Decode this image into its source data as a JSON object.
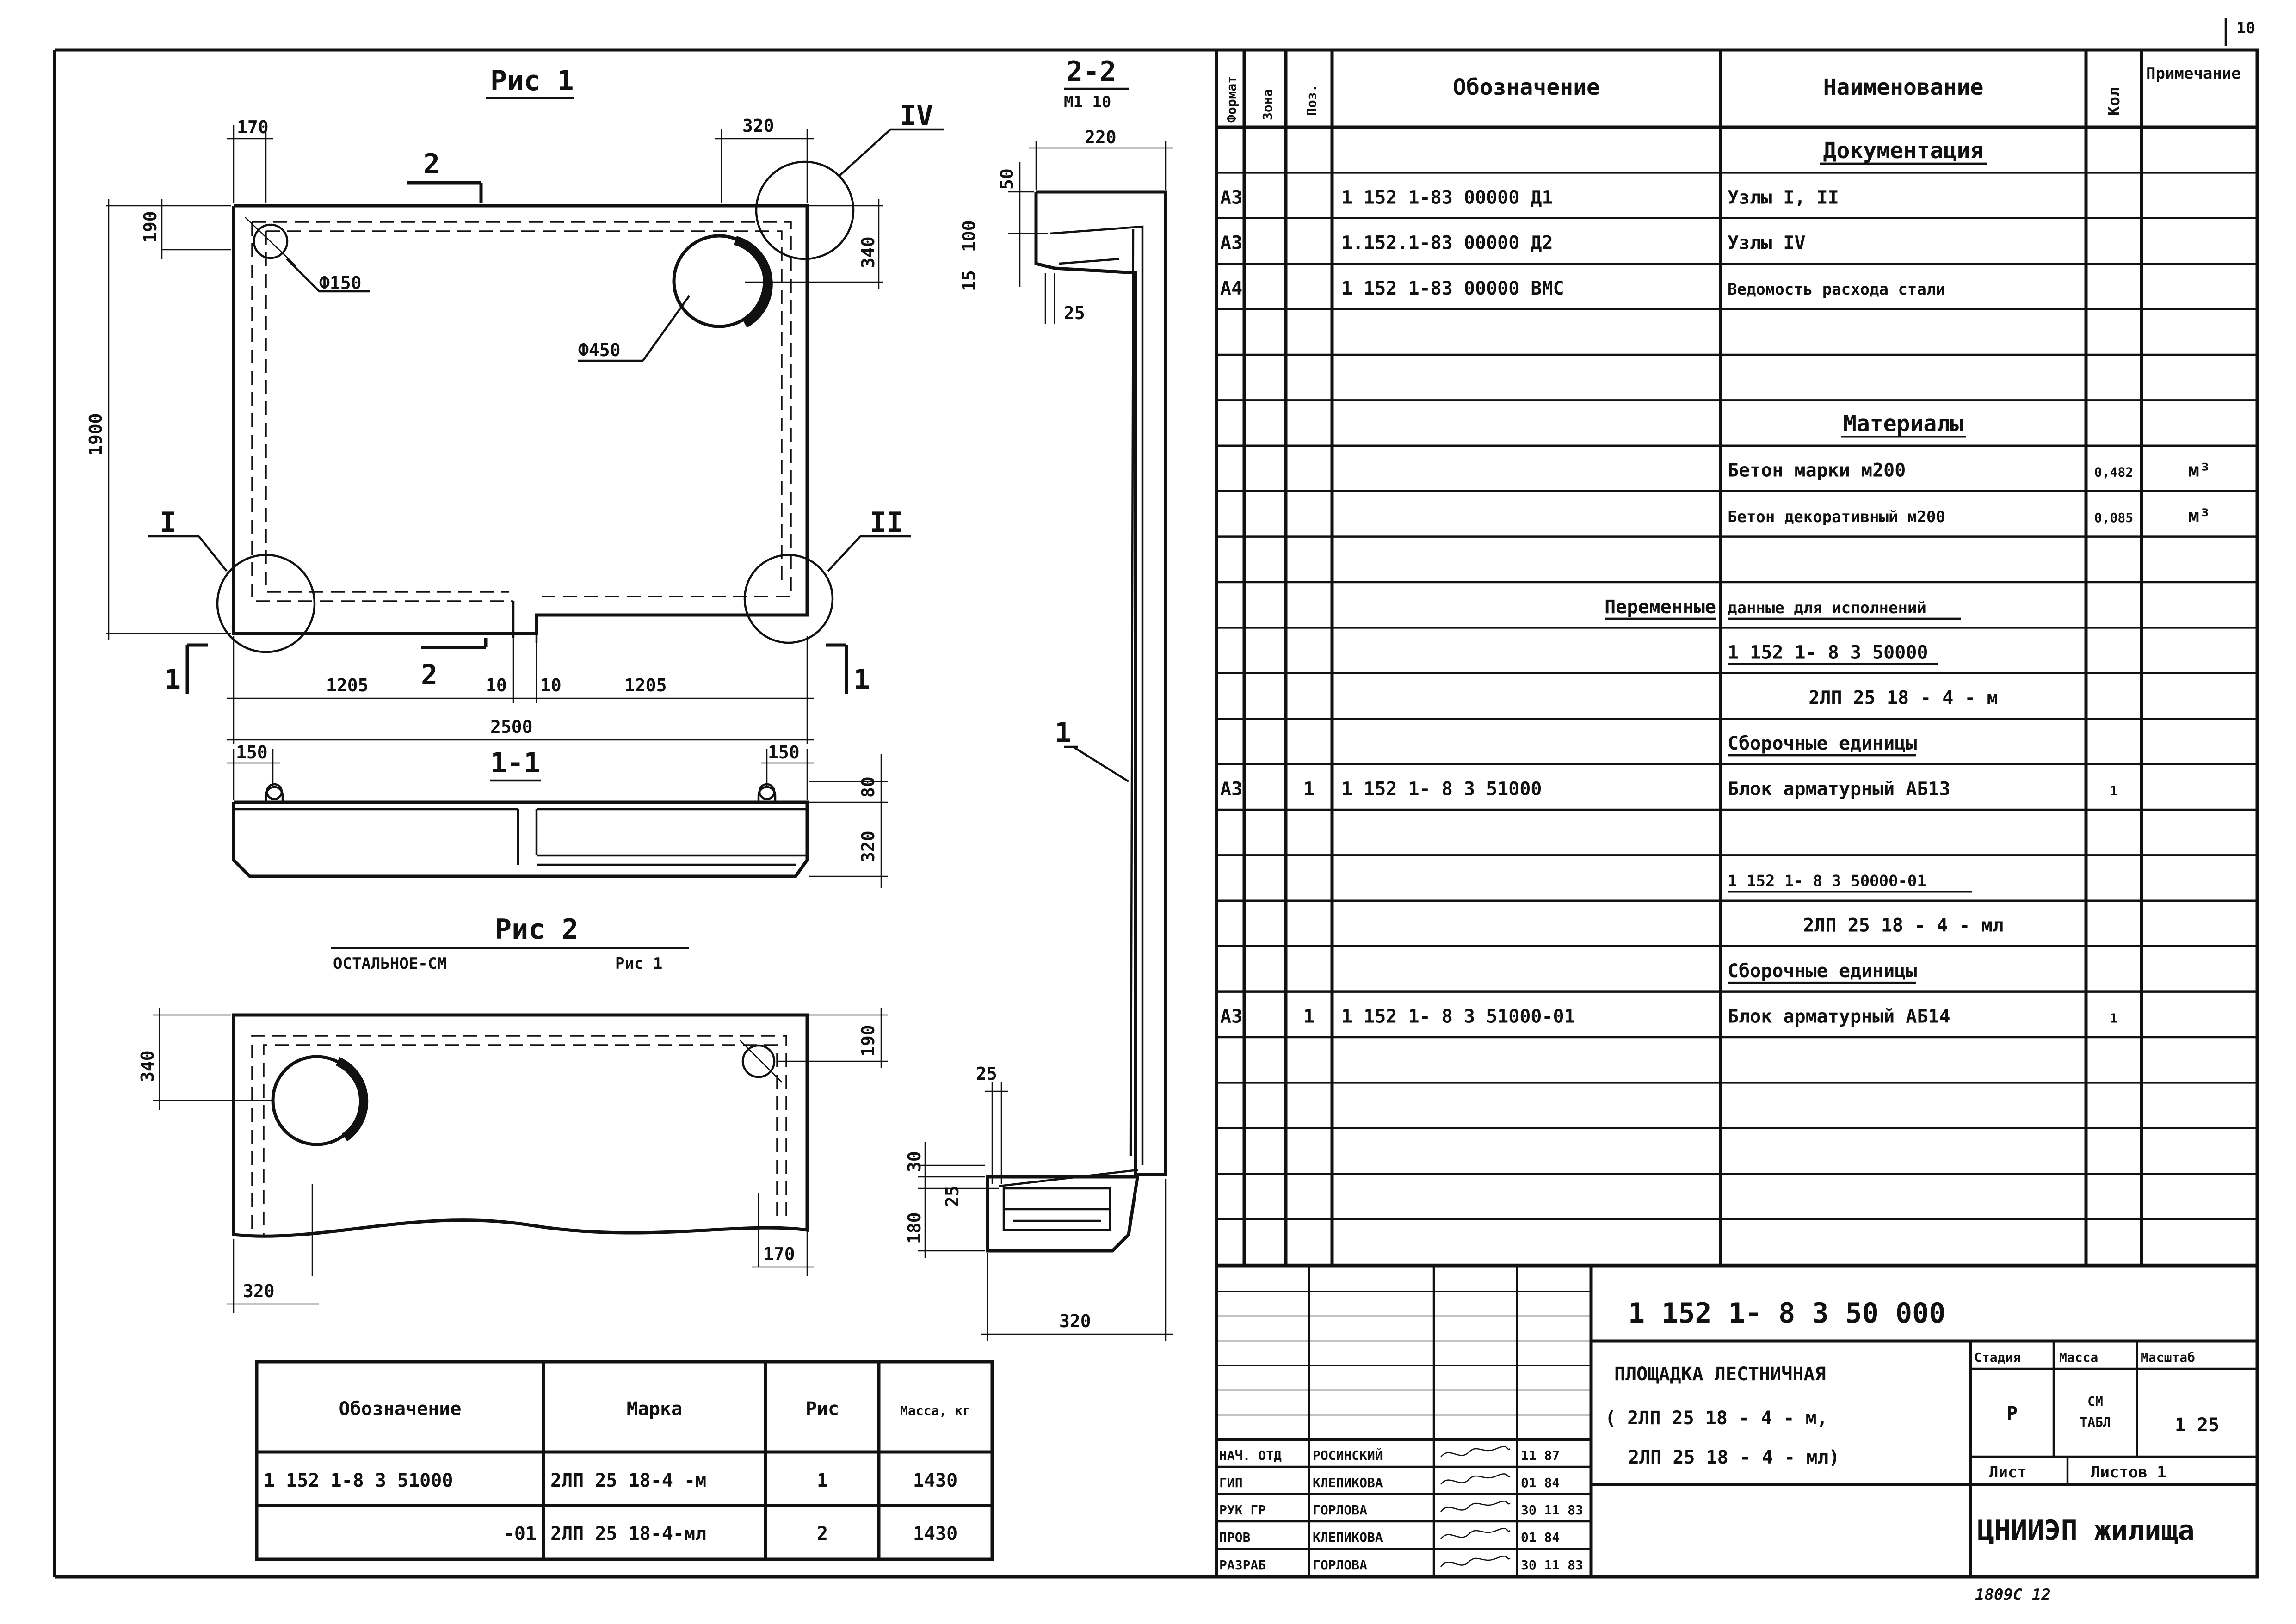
{
  "sheet": {
    "page_number": "10",
    "bottom_stamp": "1809С  12"
  },
  "drawing": {
    "fig1_title": "Рис 1",
    "fig2_title": "Рис 2",
    "fig2_note_left": "ОСТАЛЬНОЕ-СМ",
    "fig2_note_right": "Рис 1",
    "section_22_title": "2-2",
    "section_22_scale": "М1 10",
    "section_11_title": "1-1",
    "node_labels": [
      "I",
      "II",
      "IV"
    ],
    "section_marks": [
      "1",
      "1",
      "2",
      "2"
    ],
    "callout_1": "1",
    "diameters": [
      "Ф150",
      "Ф450"
    ],
    "dims_fig1": [
      "170",
      "320",
      "190",
      "340",
      "1900",
      "1205",
      "10",
      "10",
      "1205",
      "2500"
    ],
    "dims_section11": [
      "150",
      "150",
      "80",
      "320"
    ],
    "dims_fig2": [
      "340",
      "190",
      "320",
      "170"
    ],
    "dims_section22": [
      "220",
      "50",
      "100",
      "15",
      "25",
      "25",
      "30",
      "25",
      "180",
      "320"
    ]
  },
  "mass_table": {
    "headers": [
      "Обозначение",
      "Марка",
      "Рис",
      "Масса, кг"
    ],
    "rows": [
      [
        "1 152 1-8 3  51000",
        "2ЛП 25 18-4 -м",
        "1",
        "1430"
      ],
      [
        "-01",
        "2ЛП 25 18-4-мл",
        "2",
        "1430"
      ]
    ]
  },
  "spec_table": {
    "headers": [
      "Формат",
      "Зона",
      "Поз.",
      "Обозначение",
      "Наименование",
      "Кол",
      "Примечание"
    ],
    "rows": [
      {
        "fmt": "",
        "zone": "",
        "pos": "",
        "desig": "",
        "name": "Документация",
        "qty": "",
        "note": "",
        "style": "section"
      },
      {
        "fmt": "А3",
        "zone": "",
        "pos": "",
        "desig": "1 152 1-83  00000 Д1",
        "name": "Узлы I, II",
        "qty": "",
        "note": "",
        "style": "normal"
      },
      {
        "fmt": "А3",
        "zone": "",
        "pos": "",
        "desig": "1.152.1-83  00000 Д2",
        "name": "Узлы IV",
        "qty": "",
        "note": "",
        "style": "normal"
      },
      {
        "fmt": "А4",
        "zone": "",
        "pos": "",
        "desig": "1 152 1-83  00000 ВМС",
        "name": "Ведомость расхода стали",
        "qty": "",
        "note": "",
        "style": "normal"
      },
      {
        "fmt": "",
        "zone": "",
        "pos": "",
        "desig": "",
        "name": "",
        "qty": "",
        "note": "",
        "style": "normal"
      },
      {
        "fmt": "",
        "zone": "",
        "pos": "",
        "desig": "",
        "name": "",
        "qty": "",
        "note": "",
        "style": "normal"
      },
      {
        "fmt": "",
        "zone": "",
        "pos": "",
        "desig": "",
        "name": "Материалы",
        "qty": "",
        "note": "",
        "style": "section"
      },
      {
        "fmt": "",
        "zone": "",
        "pos": "",
        "desig": "",
        "name": "Бетон марки м200",
        "qty": "0,482",
        "note": "м³",
        "style": "normal"
      },
      {
        "fmt": "",
        "zone": "",
        "pos": "",
        "desig": "",
        "name": "Бетон декоративный м200",
        "qty": "0,085",
        "note": "м³",
        "style": "normal"
      },
      {
        "fmt": "",
        "zone": "",
        "pos": "",
        "desig": "",
        "name": "",
        "qty": "",
        "note": "",
        "style": "normal"
      },
      {
        "fmt": "",
        "zone": "",
        "pos": "",
        "desig": "Переменные",
        "name": "данные для исполнений",
        "qty": "",
        "note": "",
        "style": "split"
      },
      {
        "fmt": "",
        "zone": "",
        "pos": "",
        "desig": "",
        "name": "1 152 1- 8 3  50000",
        "qty": "",
        "note": "",
        "style": "underline"
      },
      {
        "fmt": "",
        "zone": "",
        "pos": "",
        "desig": "",
        "name": "2ЛП  25 18 - 4 - м",
        "qty": "",
        "note": "",
        "style": "center"
      },
      {
        "fmt": "",
        "zone": "",
        "pos": "",
        "desig": "",
        "name": "Сборочные единицы",
        "qty": "",
        "note": "",
        "style": "underline"
      },
      {
        "fmt": "А3",
        "zone": "",
        "pos": "1",
        "desig": "1 152 1- 8 3  51000",
        "name": "Блок арматурный АБ13",
        "qty": "1",
        "note": "",
        "style": "normal"
      },
      {
        "fmt": "",
        "zone": "",
        "pos": "",
        "desig": "",
        "name": "",
        "qty": "",
        "note": "",
        "style": "normal"
      },
      {
        "fmt": "",
        "zone": "",
        "pos": "",
        "desig": "",
        "name": "1 152 1- 8 3  50000-01",
        "qty": "",
        "note": "",
        "style": "underline"
      },
      {
        "fmt": "",
        "zone": "",
        "pos": "",
        "desig": "",
        "name": "2ЛП  25 18 - 4 - мл",
        "qty": "",
        "note": "",
        "style": "center"
      },
      {
        "fmt": "",
        "zone": "",
        "pos": "",
        "desig": "",
        "name": "Сборочные единицы",
        "qty": "",
        "note": "",
        "style": "underline"
      },
      {
        "fmt": "А3",
        "zone": "",
        "pos": "1",
        "desig": "1 152 1- 8 3  51000-01",
        "name": "Блок арматурный АБ14",
        "qty": "1",
        "note": "",
        "style": "normal"
      },
      {
        "fmt": "",
        "zone": "",
        "pos": "",
        "desig": "",
        "name": "",
        "qty": "",
        "note": "",
        "style": "normal"
      },
      {
        "fmt": "",
        "zone": "",
        "pos": "",
        "desig": "",
        "name": "",
        "qty": "",
        "note": "",
        "style": "normal"
      },
      {
        "fmt": "",
        "zone": "",
        "pos": "",
        "desig": "",
        "name": "",
        "qty": "",
        "note": "",
        "style": "normal"
      },
      {
        "fmt": "",
        "zone": "",
        "pos": "",
        "desig": "",
        "name": "",
        "qty": "",
        "note": "",
        "style": "normal"
      },
      {
        "fmt": "",
        "zone": "",
        "pos": "",
        "desig": "",
        "name": "",
        "qty": "",
        "note": "",
        "style": "normal"
      }
    ]
  },
  "title_block": {
    "document_code": "1 152 1- 8 3   50 000",
    "title_line1": "ПЛОЩАДКА ЛЕСТНИЧНАЯ",
    "title_line2": "( 2ЛП  25 18 - 4 - м,",
    "title_line3": "2ЛП  25 18 - 4 - мл)",
    "stage_label": "Стадия",
    "stage_value": "Р",
    "mass_label": "Масса",
    "mass_value_1": "СМ",
    "mass_value_2": "ТАБЛ",
    "scale_label": "Масштаб",
    "scale_value": "1 25",
    "sheet_label": "Лист",
    "sheets_label": "Листов 1",
    "organization": "ЦНИИЭП жилища",
    "signatures": [
      {
        "role": "НАЧ. ОТД",
        "name": "РОСИНСКИЙ",
        "date": "11 87"
      },
      {
        "role": "ГИП",
        "name": "КЛЕПИКОВА",
        "date": "01 84"
      },
      {
        "role": "РУК ГР",
        "name": "ГОРЛОВА",
        "date": "30 11 83"
      },
      {
        "role": "ПРОВ",
        "name": "КЛЕПИКОВА",
        "date": "01 84"
      },
      {
        "role": "РАЗРАБ",
        "name": "ГОРЛОВА",
        "date": "30 11 83"
      }
    ]
  }
}
